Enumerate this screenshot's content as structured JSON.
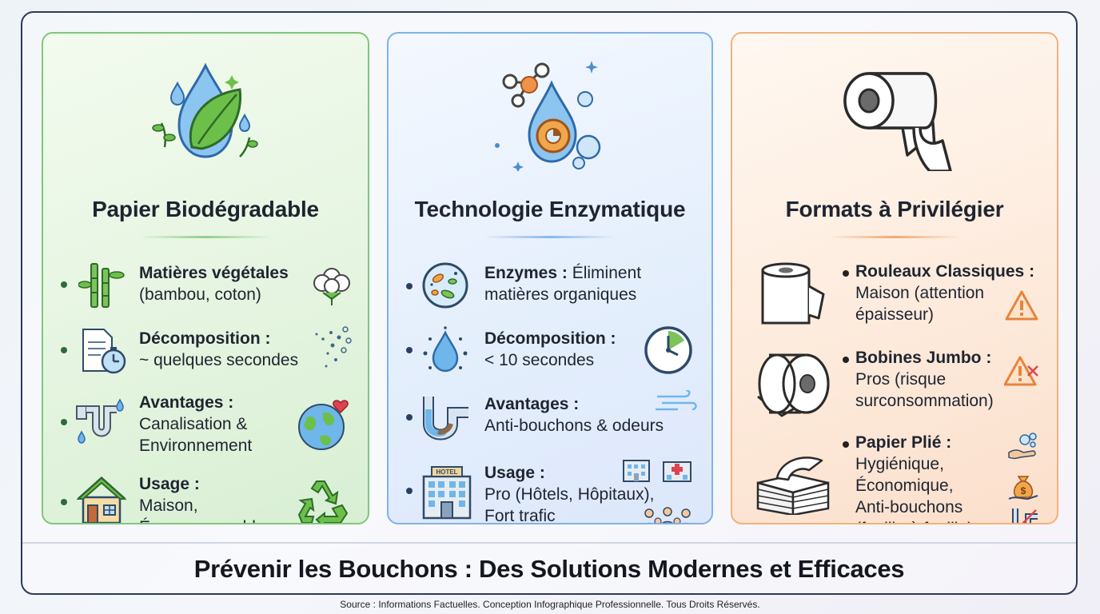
{
  "cards": [
    {
      "title": "Papier Biodégradable",
      "items": [
        {
          "head": "Matières végétales",
          "line1": "Matières végétales",
          "line2": "(bambou, coton)"
        },
        {
          "line1": "Décomposition :",
          "line2": "~ quelques secondes"
        },
        {
          "line1": "Avantages :",
          "line2": "Canalisation &",
          "line3": "Environnement"
        },
        {
          "line1": "Usage :",
          "line2": "Maison,",
          "line3": "Éco-responsable"
        }
      ]
    },
    {
      "title": "Technologie Enzymatique",
      "items": [
        {
          "line1_bold": "Enzymes :",
          "line1_rest": " Éliminent",
          "line2": "matières organiques"
        },
        {
          "line1": "Décomposition :",
          "line2": "< 10 secondes"
        },
        {
          "line1": "Avantages :",
          "line2": "Anti-bouchons & odeurs"
        },
        {
          "line1": "Usage :",
          "line2": "Pro (Hôtels, Hôpitaux),",
          "line3": "Fort trafic",
          "hotel_sign": "HOTEL"
        }
      ]
    },
    {
      "title": "Formats à Privilégier",
      "items": [
        {
          "line1": "Rouleaux Classiques :",
          "line2": "Maison (attention",
          "line3": "épaisseur)"
        },
        {
          "line1": "Bobines Jumbo :",
          "line2": "Pros (risque",
          "line3": "surconsommation)"
        },
        {
          "line1": "Papier Plié :",
          "line2": "Hygiénique,",
          "line3": "Économique,",
          "line4": "Anti-bouchons",
          "line5": "(feuille à feuille)"
        }
      ]
    }
  ],
  "footer": {
    "title": "Prévenir les Bouchons : Des Solutions Modernes et Efficaces",
    "source": "Source : Informations Factuelles. Conception Infographique Professionnelle. Tous Droits Réservés."
  },
  "icons": [
    "water-leaf-icon",
    "bamboo-icon",
    "cotton-icon",
    "document-timer-icon",
    "particles-icon",
    "pipe-water-icon",
    "earth-heart-icon",
    "house-icon",
    "recycle-icon",
    "molecule-drop-gear-icon",
    "bacteria-petri-icon",
    "drop-dots-icon",
    "clock-icon",
    "u-pipe-icon",
    "wind-icon",
    "hotel-icon",
    "hospital-icon",
    "building-icon",
    "people-icon",
    "toilet-roll-icon",
    "roll-icon",
    "warning-icon",
    "jumbo-roll-icon",
    "warning-cross-icon",
    "folded-paper-icon",
    "hand-bubbles-icon",
    "money-bag-icon",
    "pipe-no-clog-icon"
  ],
  "colors": {
    "green": "#7ec87a",
    "blue": "#7fb3e6",
    "orange": "#f3b07a",
    "warning": "#e8843a"
  }
}
